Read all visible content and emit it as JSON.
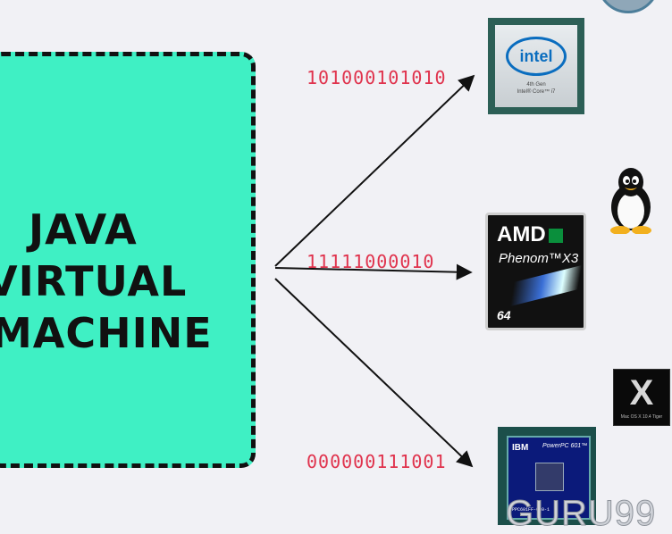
{
  "jvm": {
    "lines": [
      "JAVA",
      "VIRTUAL",
      "MACHINE"
    ]
  },
  "machine_code": [
    {
      "bits": "101000101010",
      "target": "Intel"
    },
    {
      "bits": "11111000010",
      "target": "AMD"
    },
    {
      "bits": "000000111001",
      "target": "IBM PowerPC"
    }
  ],
  "processors": {
    "intel": {
      "logo": "intel",
      "sub_line1": "4th Gen",
      "sub_line2": "Intel® Core™ i7"
    },
    "amd": {
      "logo": "AMD",
      "model": "Phenom™X3",
      "bits": "64"
    },
    "ibm": {
      "logo": "IBM",
      "model": "PowerPC 601™",
      "part": "PPC601FF-080-1"
    }
  },
  "os_icons": {
    "top": "os-logo-partial",
    "middle": "linux-tux-icon",
    "bottom": "mac-os-x-icon",
    "osx_caption": "Mac OS X 10.4 Tiger"
  },
  "watermark": "GURU99",
  "colors": {
    "jvm_fill": "#3ff0c4",
    "binary_text": "#e0334d",
    "background": "#f1f1f5"
  }
}
